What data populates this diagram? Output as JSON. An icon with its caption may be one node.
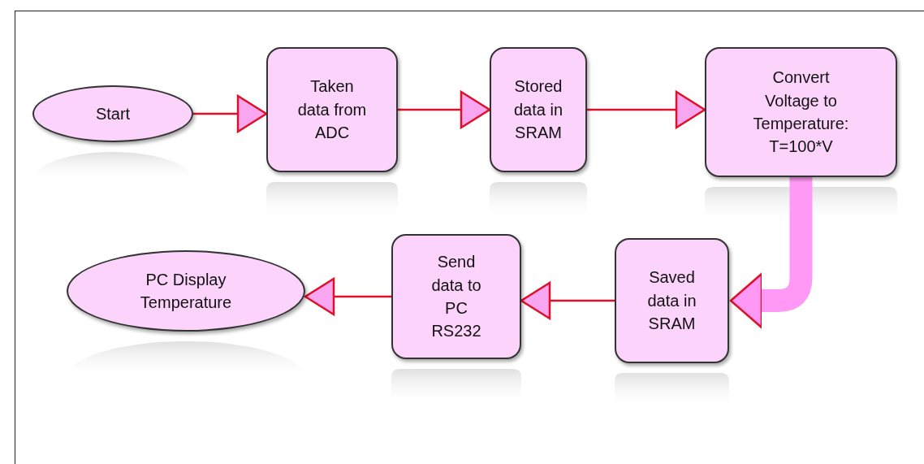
{
  "diagram": {
    "nodes": [
      {
        "text": [
          "Start"
        ]
      },
      {
        "text": [
          "Taken data from ADC"
        ]
      },
      {
        "text": [
          "Stored data in SRAM"
        ]
      },
      {
        "text": [
          "Convert Voltage to Temperature: T=100*V"
        ]
      },
      {
        "text": [
          "Saved data in SRAM"
        ]
      },
      {
        "text": [
          "Send data to PC RS232"
        ]
      },
      {
        "text": [
          "PC Display Temperature"
        ]
      }
    ],
    "edges": [
      {
        "from": 0,
        "to": 1,
        "arrow": "to"
      },
      {
        "from": 1,
        "to": 2,
        "arrow": "to"
      },
      {
        "from": 2,
        "to": 3,
        "arrow": "to"
      },
      {
        "from": 3,
        "to": 4,
        "arrow": "to",
        "style": "thick",
        "color": "#ff99f5"
      },
      {
        "from": 4,
        "to": 5,
        "arrow": "to"
      },
      {
        "from": 5,
        "to": 6,
        "arrow": "to"
      }
    ]
  }
}
